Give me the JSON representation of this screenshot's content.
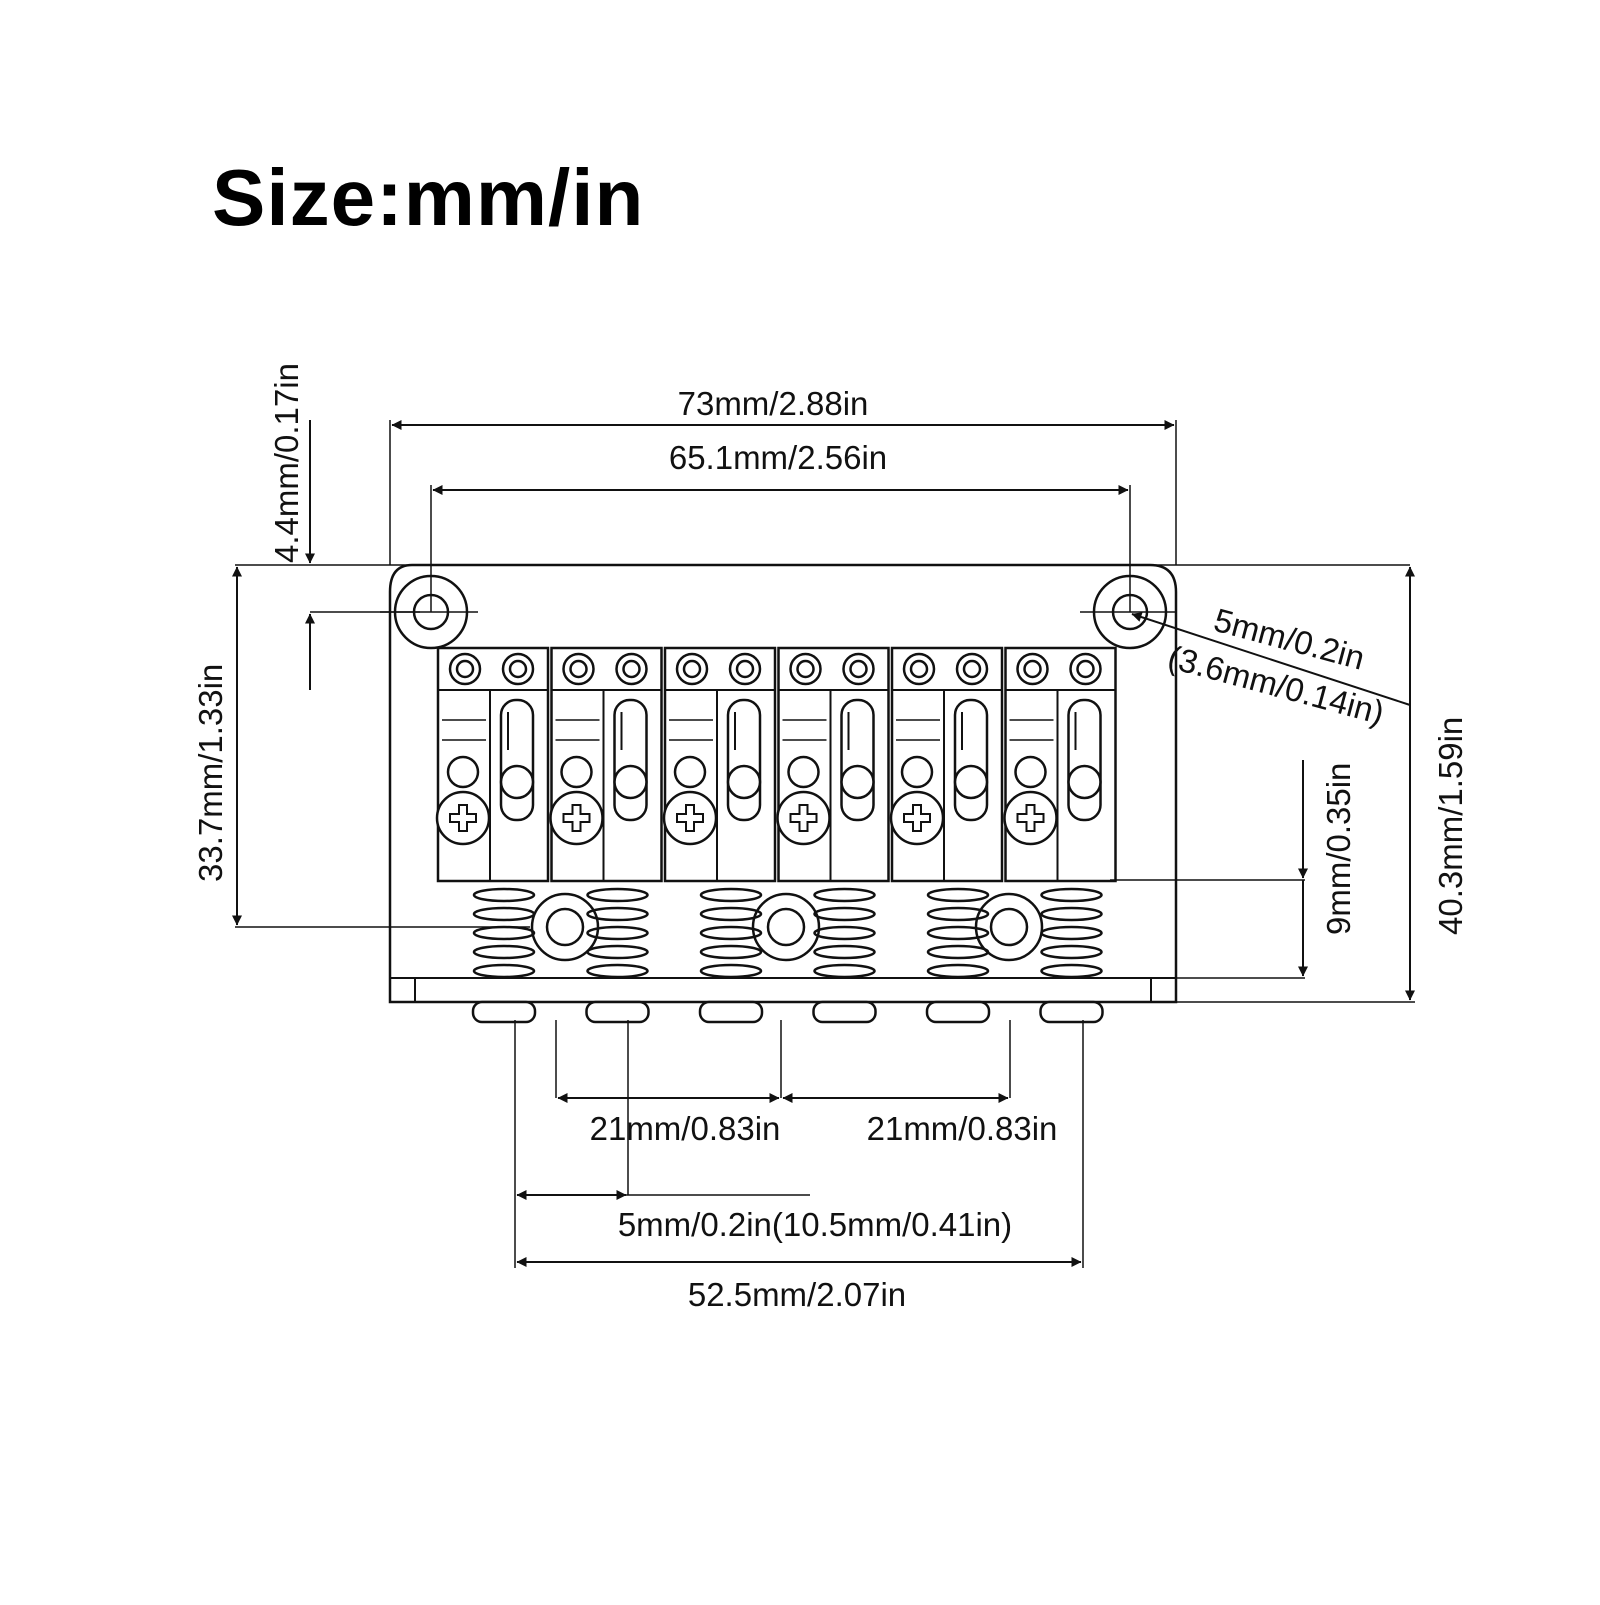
{
  "title": "Size:mm/in",
  "dimensions": {
    "total_width": "73mm/2.88in",
    "hole_spacing": "65.1mm/2.56in",
    "top_offset": "4.4mm/0.17in",
    "saddle_height": "33.7mm/1.33in",
    "total_height": "40.3mm/1.59in",
    "hole_diameter": "5mm/0.2in",
    "hole_diameter_alt": "(3.6mm/0.14in)",
    "plate_height": "9mm/0.35in",
    "mount_spacing_left": "21mm/0.83in",
    "mount_spacing_right": "21mm/0.83in",
    "string_offset": "5mm/0.2in(10.5mm/0.41in)",
    "string_spread": "52.5mm/2.07in"
  },
  "colors": {
    "line": "#111111",
    "background": "#ffffff"
  }
}
